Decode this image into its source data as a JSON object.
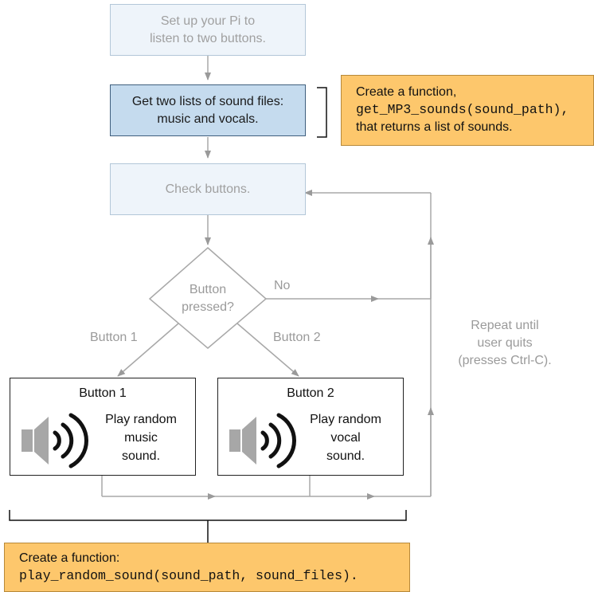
{
  "nodes": {
    "setup": {
      "line1": "Set up your Pi to",
      "line2": "listen to two buttons."
    },
    "get_lists": {
      "line1": "Get two lists of sound files:",
      "line2": "music and vocals."
    },
    "check": {
      "text": "Check buttons."
    },
    "decision": {
      "line1": "Button",
      "line2": "pressed?"
    },
    "button1": {
      "title": "Button 1",
      "line1": "Play random",
      "line2": "music",
      "line3": "sound."
    },
    "button2": {
      "title": "Button 2",
      "line1": "Play random",
      "line2": "vocal",
      "line3": "sound."
    }
  },
  "edges": {
    "no": "No",
    "button1": "Button 1",
    "button2": "Button 2"
  },
  "repeat": {
    "line1": "Repeat until",
    "line2": "user quits",
    "line3": "(presses Ctrl-C)."
  },
  "notes": {
    "top": {
      "line1": "Create a function,",
      "code": "get_MP3_sounds(sound_path),",
      "line3": "that returns a list of sounds."
    },
    "bottom": {
      "line1": "Create a function:",
      "code": "play_random_sound(sound_path, sound_files)."
    }
  },
  "colors": {
    "faded_fill": "#eef4fa",
    "active_fill": "#c5dbee",
    "note_fill": "#fdc76c",
    "line": "#a8a8a8"
  },
  "icons": [
    "speaker-icon",
    "speaker-icon"
  ]
}
